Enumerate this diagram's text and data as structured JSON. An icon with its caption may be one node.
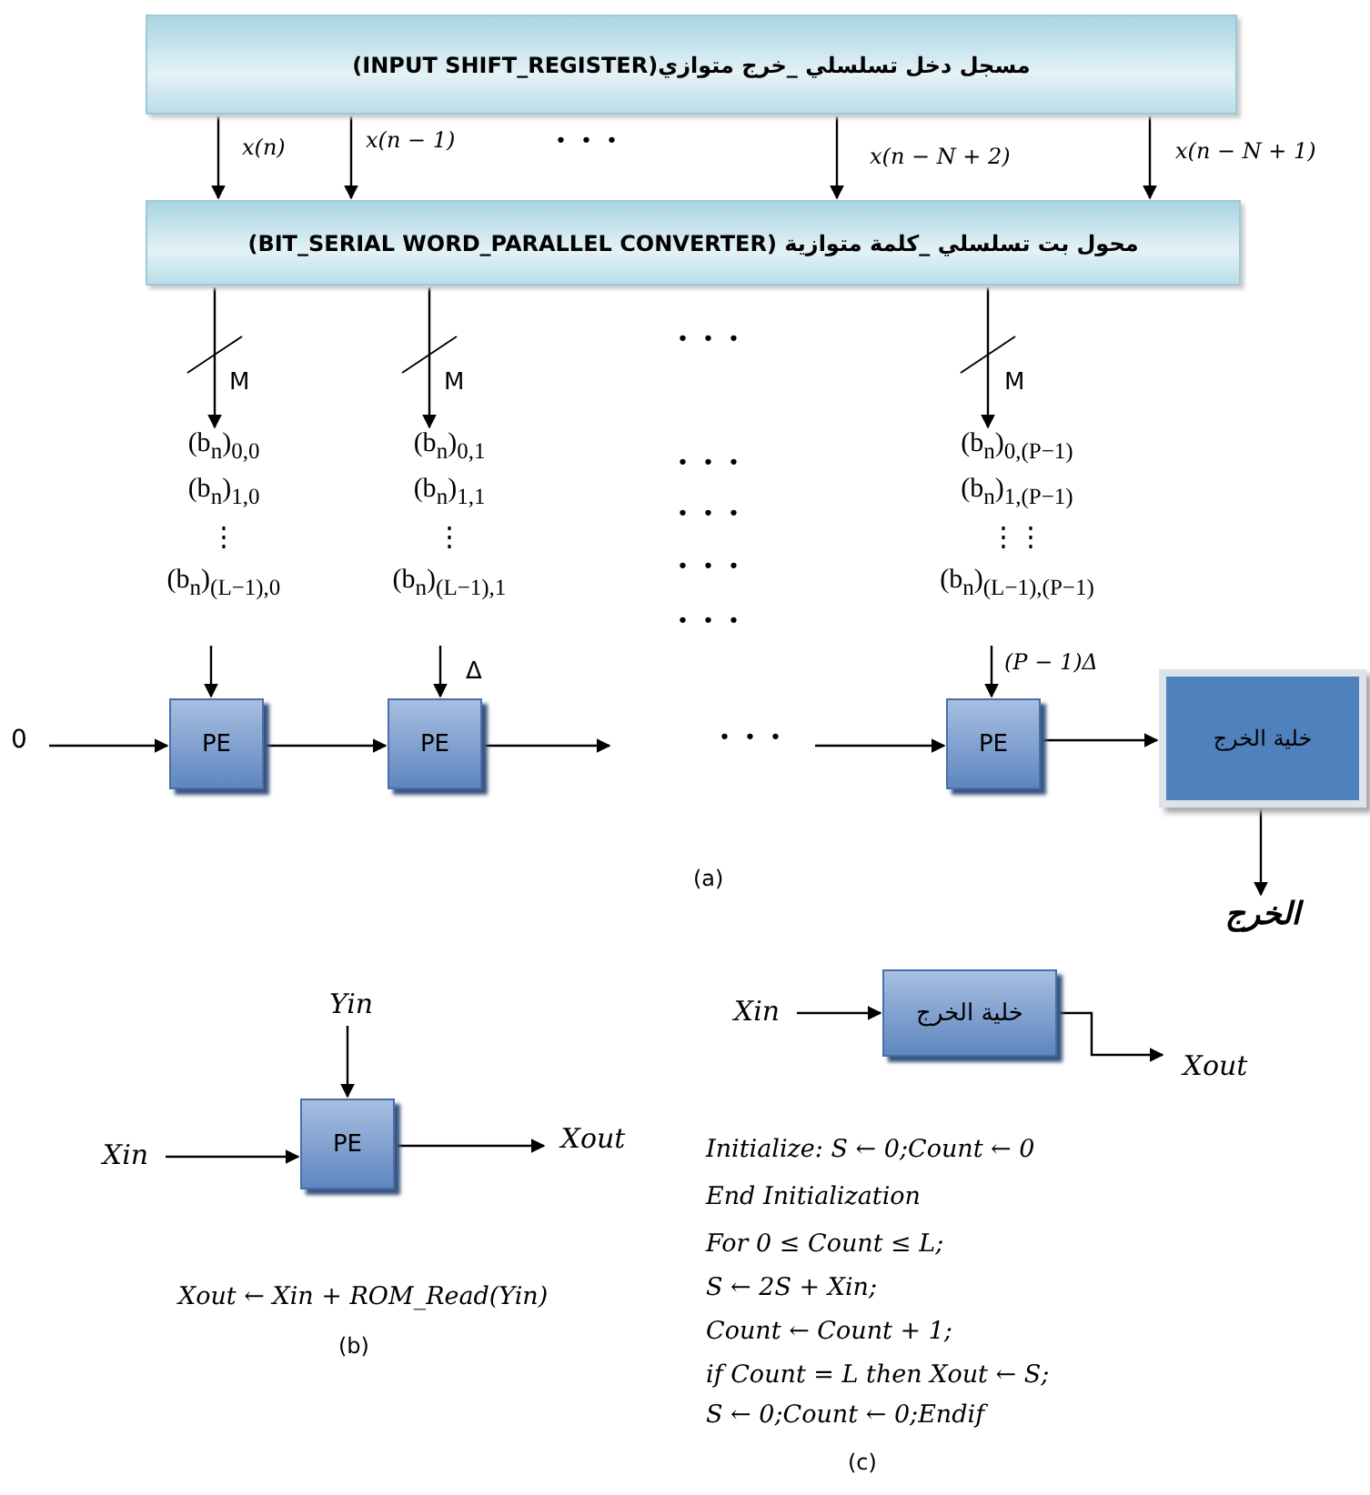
{
  "diagram": {
    "nodes": [
      {
        "text": [
          "مسجل دخل تسلسلي _خرج متوازي(INPUT SHIFT_REGISTER)"
        ]
      },
      {
        "text": [
          "محول بت تسلسلي _كلمة متوازية (BIT_SERIAL WORD_PARALLEL CONVERTER)"
        ]
      },
      {
        "text": [
          "(b$_{n}$)$_{0,0}$",
          "(b$_{n}$)$_{1,0}$",
          "⋮",
          "(b$_{n}$)$_{(L−1),0}$"
        ]
      },
      {
        "text": [
          "(b$_{n}$)$_{0,1}$",
          "(b$_{n}$)$_{1,1}$",
          "⋮",
          "(b$_{n}$)$_{(L−1),1}$"
        ]
      },
      {
        "text": [
          "(b$_{n}$)$_{0,(P−1)}$",
          "(b$_{n}$)$_{1,(P−1)}$",
          "⋮⋮",
          "(b$_{n}$)$_{(L−1),(P−1)}$"
        ]
      },
      {
        "text": [
          "0"
        ]
      },
      {
        "text": [
          "PE"
        ]
      },
      {
        "text": [
          "PE"
        ]
      },
      {
        "text": [
          "PE"
        ]
      },
      {
        "text": [
          "خلية الخرج"
        ]
      },
      {
        "text": [
          "الخرج"
        ]
      },
      {
        "text": [
          "Yin"
        ]
      },
      {
        "text": [
          "Xin"
        ]
      },
      {
        "text": [
          "PE"
        ]
      },
      {
        "text": [
          "Xout"
        ]
      },
      {
        "text": [
          "Xin"
        ]
      },
      {
        "text": [
          "خلية الخرج"
        ]
      },
      {
        "text": [
          "Xout"
        ]
      }
    ],
    "edges": [
      {
        "from": 0,
        "to": 1,
        "arrow": "to",
        "label": "x(n)"
      },
      {
        "from": 0,
        "to": 1,
        "arrow": "to",
        "label": "x(n − 1)"
      },
      {
        "from": 0,
        "to": 1,
        "arrow": "to",
        "label": "x(n − N + 2)"
      },
      {
        "from": 0,
        "to": 1,
        "arrow": "to",
        "label": "x(n − N + 1)"
      },
      {
        "from": 1,
        "to": 2,
        "arrow": "to",
        "label": "M"
      },
      {
        "from": 1,
        "to": 3,
        "arrow": "to",
        "label": "M"
      },
      {
        "from": 1,
        "to": 4,
        "arrow": "to",
        "label": "M"
      },
      {
        "from": 2,
        "to": 6,
        "arrow": "to"
      },
      {
        "from": 3,
        "to": 7,
        "arrow": "to",
        "label": "Δ"
      },
      {
        "from": 4,
        "to": 8,
        "arrow": "to",
        "label": "(P − 1)Δ"
      },
      {
        "from": 5,
        "to": 6,
        "arrow": "to"
      },
      {
        "from": 6,
        "to": 7,
        "arrow": "to"
      },
      {
        "from": 7,
        "to": null,
        "arrow": "to"
      },
      {
        "from": null,
        "to": 8,
        "arrow": "to"
      },
      {
        "from": 8,
        "to": 9,
        "arrow": "to"
      },
      {
        "from": 9,
        "to": 10,
        "arrow": "to"
      },
      {
        "from": 11,
        "to": 13,
        "arrow": "to"
      },
      {
        "from": 12,
        "to": 13,
        "arrow": "to"
      },
      {
        "from": 13,
        "to": 14,
        "arrow": "to"
      },
      {
        "from": 15,
        "to": 16,
        "arrow": "to"
      },
      {
        "from": 16,
        "to": 17,
        "arrow": "to"
      }
    ],
    "labels": [
      "• • •",
      "• • •",
      "• • •",
      "• • •",
      "• • •",
      "• • •",
      "• • •",
      "(a)",
      "Xout ← Xin + ROM_Read(Yin)",
      "(b)",
      "Initialize: S ← 0;Count ← 0",
      "End Initialization",
      "For 0 ≤ Count ≤ L;",
      "S ← 2S + Xin;",
      "Count ← Count + 1;",
      "if Count = L then Xout ← S;",
      "S ← 0;Count ← 0;Endif",
      "(c)"
    ]
  }
}
